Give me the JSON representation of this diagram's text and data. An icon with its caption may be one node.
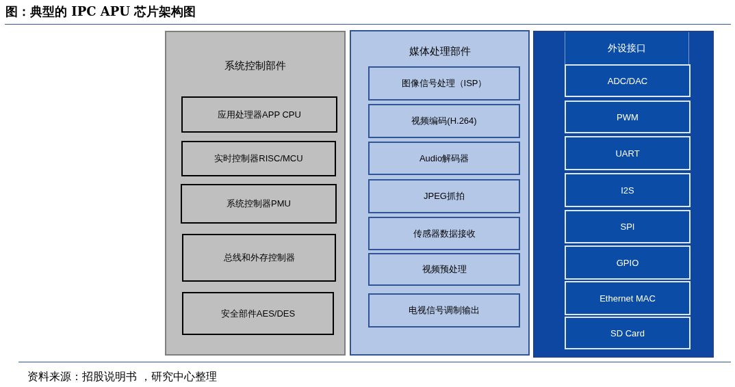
{
  "diagram": {
    "title": "图：典型的 IPC APU 芯片架构图",
    "caption": "资料来源：招股说明书 ，研究中心整理",
    "nodes": [
      {
        "text": [
          "系统控制部件"
        ]
      },
      {
        "text": [
          "应用处理器APP CPU"
        ],
        "in": 0
      },
      {
        "text": [
          "实时控制器RISC/MCU"
        ],
        "in": 0
      },
      {
        "text": [
          "系统控制器PMU"
        ],
        "in": 0
      },
      {
        "text": [
          "总线和外存控制器"
        ],
        "in": 0
      },
      {
        "text": [
          "安全部件AES/DES"
        ],
        "in": 0
      },
      {
        "text": [
          "媒体处理部件"
        ]
      },
      {
        "text": [
          "图像信号处理（ISP）"
        ],
        "in": 6
      },
      {
        "text": [
          "视频编码(H.264)"
        ],
        "in": 6
      },
      {
        "text": [
          "Audio解码器"
        ],
        "in": 6
      },
      {
        "text": [
          "JPEG抓拍"
        ],
        "in": 6
      },
      {
        "text": [
          "传感器数据接收"
        ],
        "in": 6
      },
      {
        "text": [
          "视频预处理"
        ],
        "in": 6
      },
      {
        "text": [
          "电视信号调制输出"
        ],
        "in": 6
      },
      {
        "text": [],
        "shape": "box"
      },
      {
        "text": [
          "外设接口"
        ],
        "in": 14
      },
      {
        "text": [
          "ADC/DAC"
        ],
        "in": 14
      },
      {
        "text": [
          "PWM"
        ],
        "in": 14
      },
      {
        "text": [
          "UART"
        ],
        "in": 14
      },
      {
        "text": [
          "I2S"
        ],
        "in": 14
      },
      {
        "text": [
          "SPI"
        ],
        "in": 14
      },
      {
        "text": [
          "GPIO"
        ],
        "in": 14
      },
      {
        "text": [
          "Ethernet MAC"
        ],
        "in": 14
      },
      {
        "text": [
          "SD Card"
        ],
        "in": 14
      }
    ],
    "edges": []
  }
}
